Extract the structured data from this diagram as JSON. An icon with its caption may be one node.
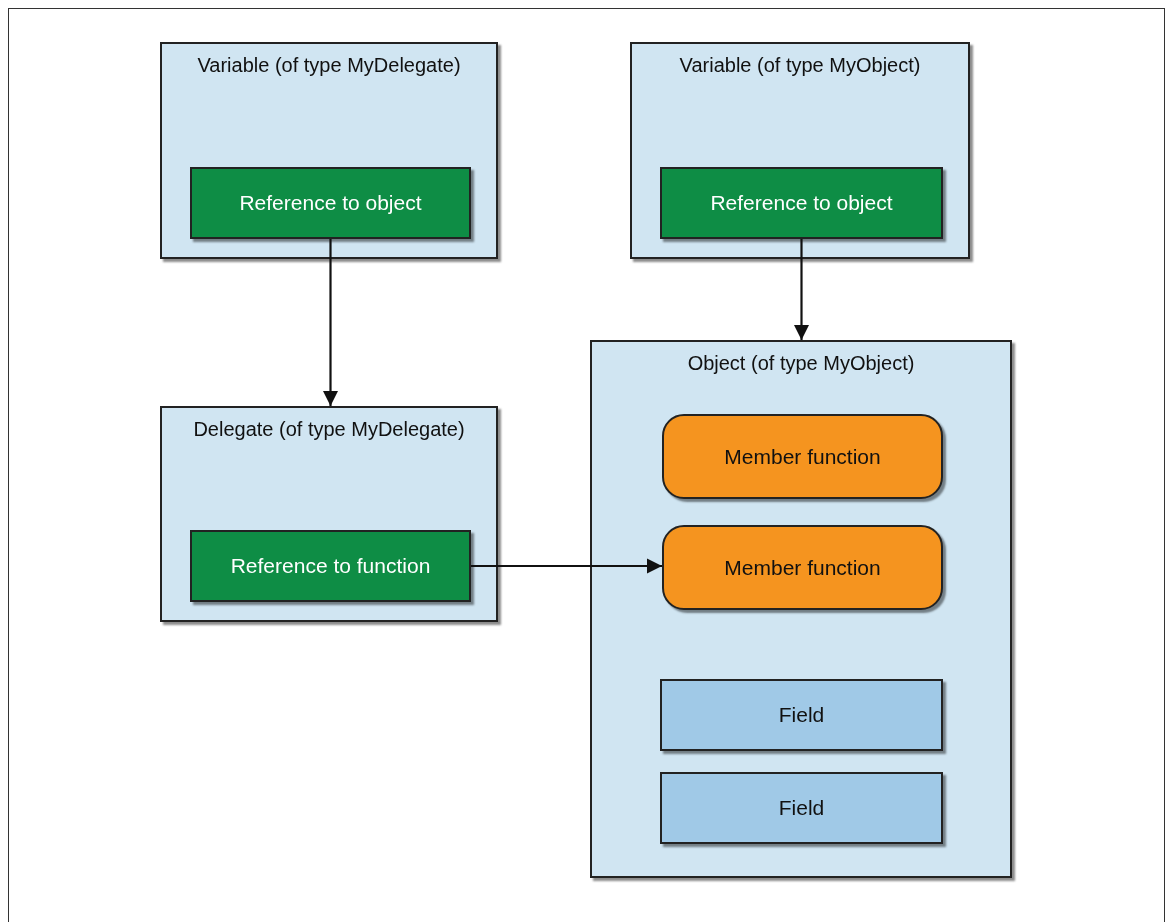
{
  "diagram": {
    "nodes": [
      {
        "text": [
          "Variable (of type MyDelegate)"
        ]
      },
      {
        "text": [
          "Reference to object"
        ],
        "in": 0
      },
      {
        "text": [
          "Variable (of type MyObject)"
        ]
      },
      {
        "text": [
          "Reference to object"
        ],
        "in": 2
      },
      {
        "text": [
          "Delegate (of type MyDelegate)"
        ]
      },
      {
        "text": [
          "Reference to function"
        ],
        "in": 4
      },
      {
        "text": [
          "Object (of type MyObject)"
        ]
      },
      {
        "text": [
          "Member function"
        ],
        "in": 6
      },
      {
        "text": [
          "Member function"
        ],
        "in": 6
      },
      {
        "text": [
          "Field"
        ],
        "in": 6
      },
      {
        "text": [
          "Field"
        ],
        "in": 6
      }
    ],
    "edges": [
      {
        "from": 1,
        "to": 4,
        "arrow": "to"
      },
      {
        "from": 3,
        "to": 6,
        "arrow": "to"
      },
      {
        "from": 5,
        "to": 8,
        "arrow": "to"
      }
    ]
  }
}
